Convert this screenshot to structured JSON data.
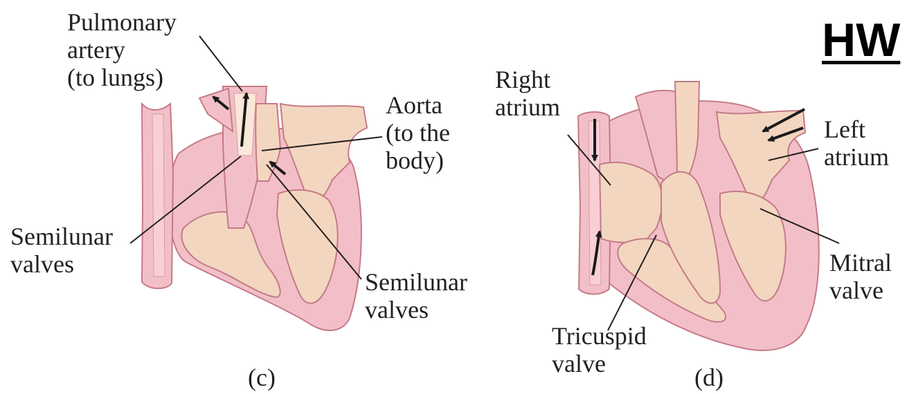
{
  "colors": {
    "tissue_outer": "#f2bfc8",
    "tissue_fill": "#f7cfd5",
    "valve_fill": "#f3d6c0",
    "valve_light": "#fae7d8",
    "outline": "#c57a86",
    "leader_line": "#231f20",
    "arrow": "#1a1a1a",
    "heading": "#000000"
  },
  "heading": "HW",
  "panel_c": {
    "caption": "(c)",
    "labels": {
      "pulmonary_artery": [
        "Pulmonary",
        "artery",
        "(to lungs)"
      ],
      "aorta": [
        "Aorta",
        "(to the",
        "body)"
      ],
      "semilunar_left": [
        "Semilunar",
        "valves"
      ],
      "semilunar_right": [
        "Semilunar",
        "valves"
      ]
    }
  },
  "panel_d": {
    "caption": "(d)",
    "labels": {
      "right_atrium": [
        "Right",
        "atrium"
      ],
      "left_atrium": [
        "Left",
        "atrium"
      ],
      "mitral_valve": [
        "Mitral",
        "valve"
      ],
      "tricuspid_valve": [
        "Tricuspid",
        "valve"
      ]
    }
  }
}
